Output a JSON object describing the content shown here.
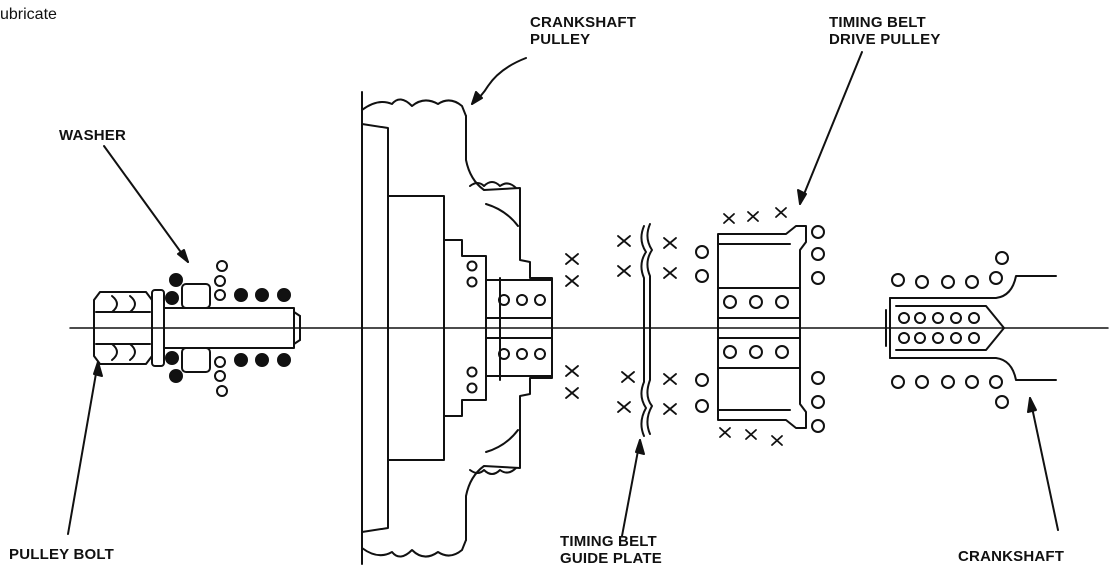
{
  "note": "ubricate",
  "labels": {
    "crankshaft_pulley": "CRANKSHAFT\nPULLEY",
    "timing_belt_drive_pulley": "TIMING BELT\nDRIVE PULLEY",
    "washer": "WASHER",
    "pulley_bolt": "PULLEY BOLT",
    "timing_belt_guide_plate": "TIMING BELT\nGUIDE PLATE",
    "crankshaft": "CRANKSHAFT"
  },
  "marker_meaning_colors": {
    "ink": "#111111",
    "paper": "#ffffff"
  }
}
